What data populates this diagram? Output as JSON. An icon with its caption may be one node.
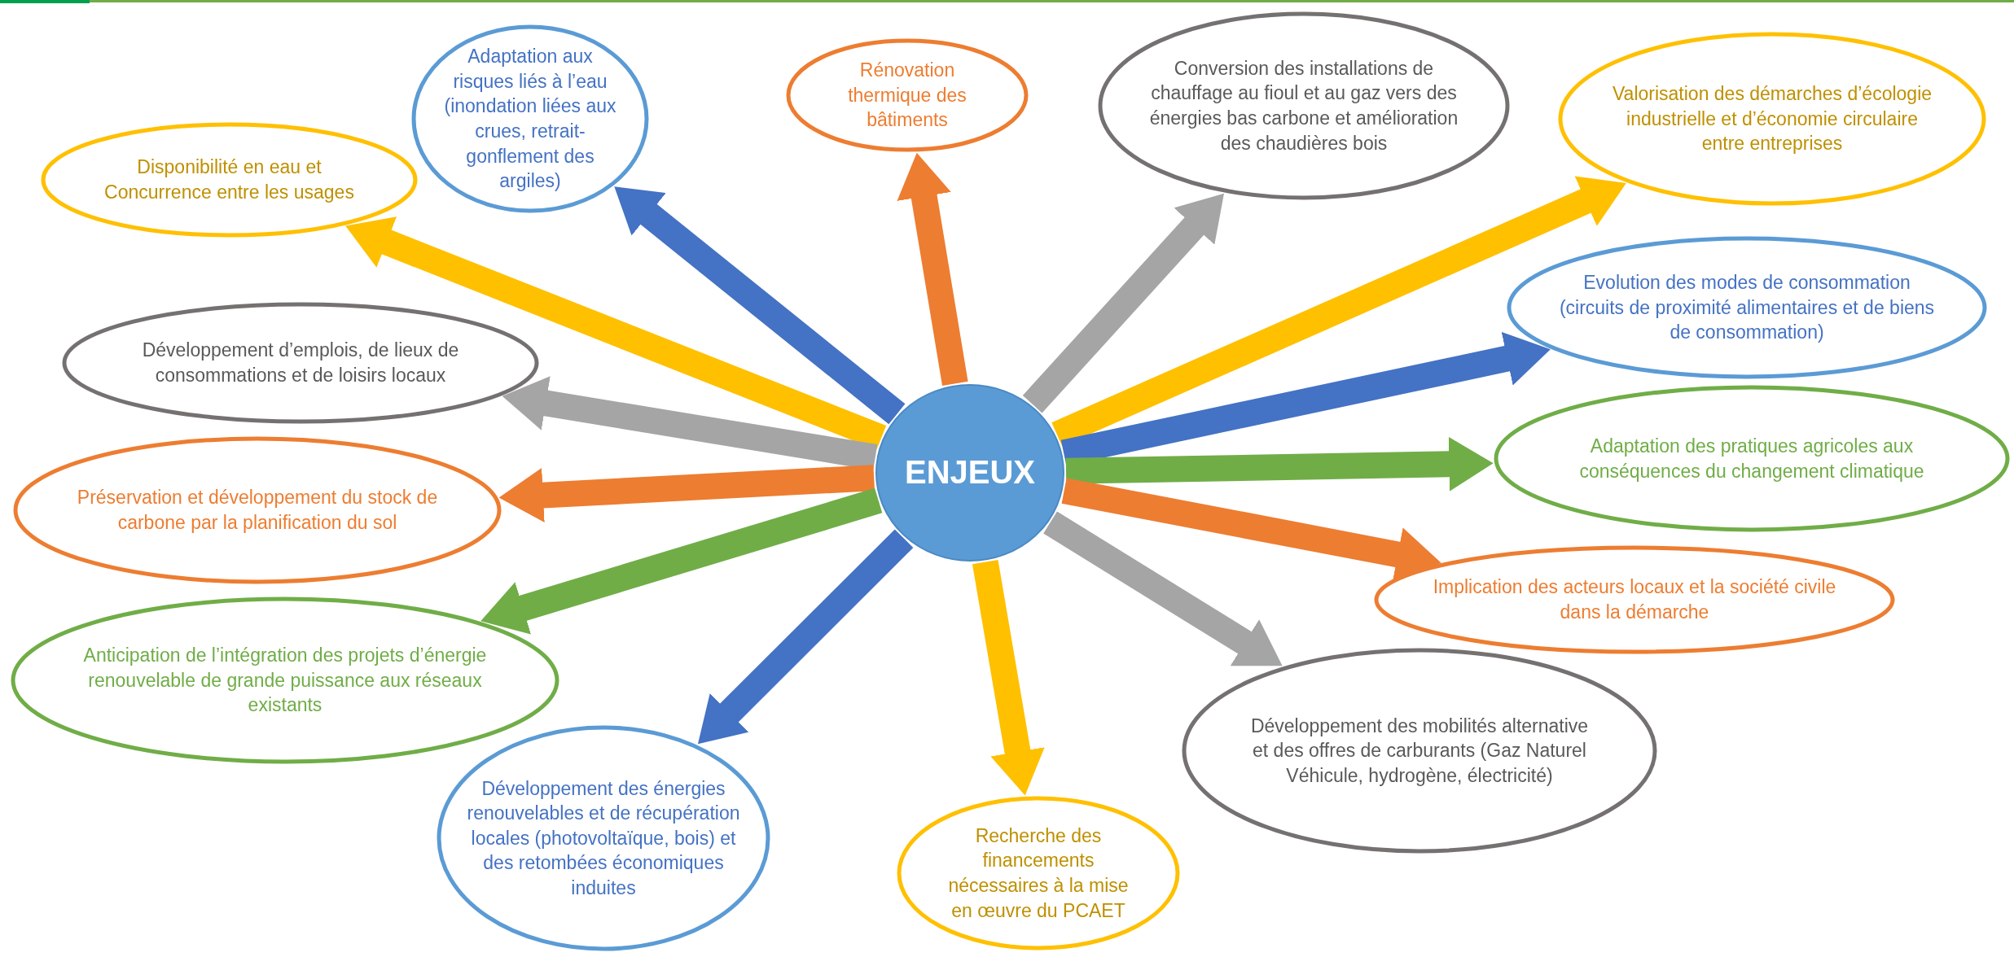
{
  "diagram": {
    "nodes": [
      {
        "text": [
          "ENJEUX"
        ]
      },
      {
        "text": [
          "Adaptation aux risques liés à l’eau (inondation liées aux crues, retrait-gonflement des argiles)"
        ]
      },
      {
        "text": [
          "Rénovation thermique des bâtiments"
        ]
      },
      {
        "text": [
          "Conversion des installations de chauffage au fioul et au gaz vers des énergies bas carbone et amélioration des chaudières bois"
        ]
      },
      {
        "text": [
          "Valorisation des démarches d’écologie industrielle et d’économie circulaire entre entreprises"
        ]
      },
      {
        "text": [
          "Disponibilité en eau et Concurrence entre les usages"
        ]
      },
      {
        "text": [
          "Evolution des modes de consommation (circuits de proximité  alimentaires et de biens de consommation)"
        ]
      },
      {
        "text": [
          "Développement d’emplois, de lieux de consommations et de loisirs locaux"
        ]
      },
      {
        "text": [
          "Adaptation des pratiques agricoles aux conséquences du changement climatique"
        ]
      },
      {
        "text": [
          "Préservation et développement du stock de carbone par la planification du sol"
        ]
      },
      {
        "text": [
          "Implication des acteurs locaux et la société civile dans la démarche"
        ]
      },
      {
        "text": [
          "Anticipation de l’intégration des projets d’énergie renouvelable de grande puissance aux réseaux existants"
        ]
      },
      {
        "text": [
          "Développement des mobilités alternative et des offres de carburants (Gaz Naturel Véhicule, hydrogène, électricité)"
        ]
      },
      {
        "text": [
          "Développement des énergies renouvelables et de récupération locales (photovoltaïque, bois) et des retombées économiques induites"
        ]
      },
      {
        "text": [
          "Recherche des financements nécessaires à la mise en œuvre du PCAET"
        ]
      }
    ],
    "edges": [
      {
        "from": 0,
        "to": 1,
        "arrow": "to",
        "color": "#4472c4"
      },
      {
        "from": 0,
        "to": 2,
        "arrow": "to",
        "color": "#ed7d31"
      },
      {
        "from": 0,
        "to": 3,
        "arrow": "to",
        "color": "#a5a5a5"
      },
      {
        "from": 0,
        "to": 4,
        "arrow": "to",
        "color": "#ffc000"
      },
      {
        "from": 0,
        "to": 5,
        "arrow": "to",
        "color": "#ffc000"
      },
      {
        "from": 0,
        "to": 6,
        "arrow": "to",
        "color": "#4472c4"
      },
      {
        "from": 0,
        "to": 7,
        "arrow": "to",
        "color": "#a5a5a5"
      },
      {
        "from": 0,
        "to": 8,
        "arrow": "to",
        "color": "#70ad47"
      },
      {
        "from": 0,
        "to": 9,
        "arrow": "to",
        "color": "#ed7d31"
      },
      {
        "from": 0,
        "to": 10,
        "arrow": "to",
        "color": "#ed7d31"
      },
      {
        "from": 0,
        "to": 11,
        "arrow": "to",
        "color": "#70ad47"
      },
      {
        "from": 0,
        "to": 12,
        "arrow": "to",
        "color": "#a5a5a5"
      },
      {
        "from": 0,
        "to": 13,
        "arrow": "to",
        "color": "#4472c4"
      },
      {
        "from": 0,
        "to": 14,
        "arrow": "to",
        "color": "#ffc000"
      }
    ]
  }
}
